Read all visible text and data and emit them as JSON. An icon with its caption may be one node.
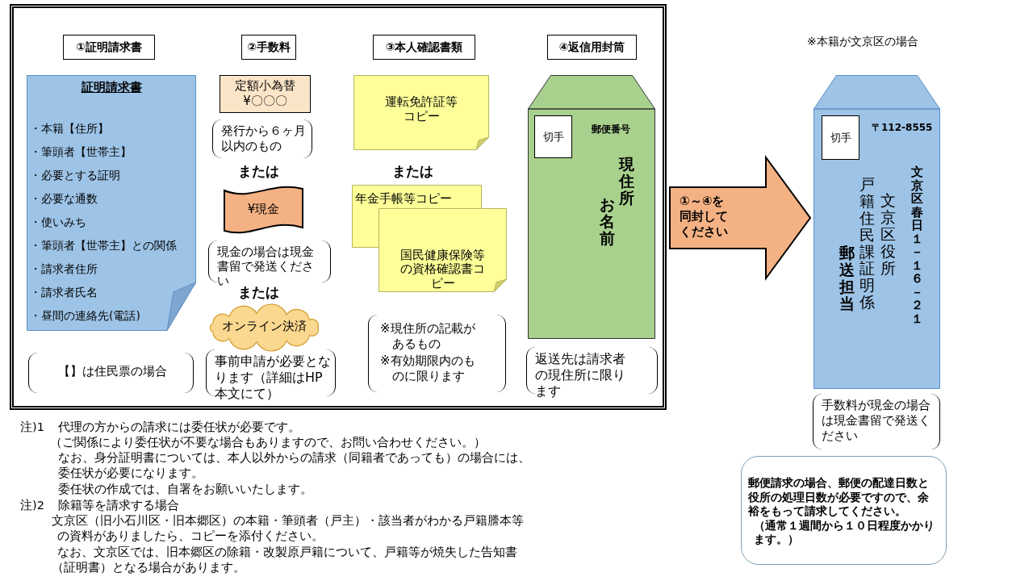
{
  "diagram": {
    "nodes": [
      {
        "text": [],
        "shape": "box"
      },
      {
        "text": [
          "①証明請求書"
        ],
        "in": 0
      },
      {
        "text": [
          "②手数料"
        ],
        "in": 0
      },
      {
        "text": [
          "③本人確認書類"
        ],
        "in": 0
      },
      {
        "text": [
          "④返信用封筒"
        ],
        "in": 0
      },
      {
        "text": [
          "証明請求書",
          "・本籍【住所】",
          "・筆頭者【世帯主】",
          "・必要とする証明",
          "・必要な通数",
          "・使いみち",
          "・筆頭者【世帯主】との関係",
          "・請求者住所",
          "・請求者氏名",
          "・昼間の連絡先(電話)"
        ],
        "in": 0
      },
      {
        "text": [
          "【】は住民票の場合"
        ],
        "in": 0
      },
      {
        "text": [
          "定額小為替¥〇〇〇"
        ],
        "in": 0
      },
      {
        "text": [
          "発行から６ヶ月以内のもの"
        ],
        "in": 0
      },
      {
        "text": [
          "¥現金"
        ],
        "in": 0
      },
      {
        "text": [
          "現金の場合は現金書留で発送ください"
        ],
        "in": 0
      },
      {
        "text": [
          "オンライン決済"
        ],
        "in": 0
      },
      {
        "text": [
          "事前申請が必要となります（詳細はHP本文にて）"
        ],
        "in": 0
      },
      {
        "text": [
          "運転免許証等コピー"
        ],
        "in": 0
      },
      {
        "text": [
          "年金手帳等コピー"
        ],
        "in": 0
      },
      {
        "text": [
          "国民健康保険等の資格確認書コピー"
        ],
        "in": 0
      },
      {
        "text": [
          "※現住所の記載があるもの",
          "※有効期限内のものに限ります"
        ],
        "in": 0
      },
      {
        "text": [
          "郵便番号",
          "現住所",
          "お名前"
        ],
        "in": 0
      },
      {
        "text": [
          "切手"
        ],
        "in": 17
      },
      {
        "text": [
          "返送先は請求者の現住所に限ります"
        ],
        "in": 0
      },
      {
        "text": [
          "〒112-8555",
          "文京区春日１－１６－２１",
          "文京区役所",
          "戸籍住民課証明係",
          "郵送担当"
        ]
      },
      {
        "text": [
          "切手"
        ],
        "in": 20
      },
      {
        "text": [
          "手数料が現金の場合は現金書留で発送ください"
        ]
      },
      {
        "text": [
          "郵便請求の場合、郵便の配達日数と役所の処理日数が必要ですので、余裕をもって請求してください。",
          "（通常１週間から１０日程度かかります。）"
        ]
      }
    ],
    "edges": [
      {
        "from": 0,
        "to": 20,
        "arrow": "to",
        "label": "①～④を同封してください"
      }
    ],
    "labels": [
      "※本籍が文京区の場合",
      "または",
      "または",
      "または",
      "注)1",
      "代理の方からの請求には委任状が必要です。",
      "（ご関係により委任状が不要な場合もありますので、お問い合わせください。）",
      "なお、身分証明書については、本人以外からの請求（同籍者であっても）の場合には、委任状が必要になります。",
      "委任状の作成では、自署をお願いいたします。",
      "注)2",
      "除籍等を請求する場合",
      "文京区（旧小石川区・旧本郷区）の本籍・筆頭者（戸主）・該当者がわかる戸籍謄本等の資料がありましたら、コピーを添付ください。",
      "なお、文京区では、旧本郷区の除籍・改製原戸籍について、戸籍等が焼失した告知書（証明書）となる場合があります。"
    ]
  }
}
